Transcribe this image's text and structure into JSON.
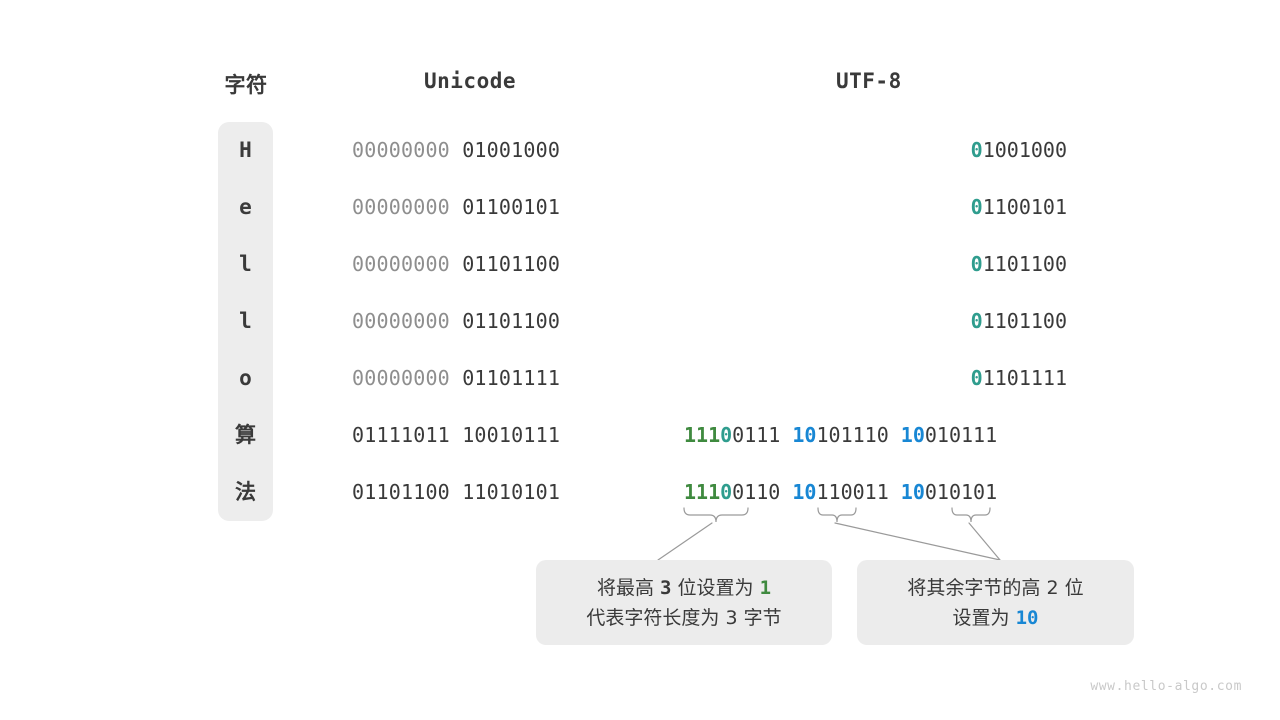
{
  "headers": {
    "char": "字符",
    "unicode": "Unicode",
    "utf8": "UTF-8"
  },
  "colors": {
    "dim_gray": "#8e8e8e",
    "dark_gray": "#3a3a3a",
    "teal": "#2f9d8e",
    "green": "#3f8a3f",
    "blue": "#1887d4",
    "chip_bg": "#ededed",
    "callout_bg": "#ececec",
    "watermark": "#c9c9c9",
    "background": "#ffffff"
  },
  "rows": [
    {
      "char": "H",
      "is_cjk": false,
      "unicode_hi": "00000000",
      "unicode_lo": "01001000",
      "utf8_type": "ascii",
      "utf8_lead_bit": "0",
      "utf8_rest": "1001000"
    },
    {
      "char": "e",
      "is_cjk": false,
      "unicode_hi": "00000000",
      "unicode_lo": "01100101",
      "utf8_type": "ascii",
      "utf8_lead_bit": "0",
      "utf8_rest": "1100101"
    },
    {
      "char": "l",
      "is_cjk": false,
      "unicode_hi": "00000000",
      "unicode_lo": "01101100",
      "utf8_type": "ascii",
      "utf8_lead_bit": "0",
      "utf8_rest": "1101100"
    },
    {
      "char": "l",
      "is_cjk": false,
      "unicode_hi": "00000000",
      "unicode_lo": "01101100",
      "utf8_type": "ascii",
      "utf8_lead_bit": "0",
      "utf8_rest": "1101100"
    },
    {
      "char": "o",
      "is_cjk": false,
      "unicode_hi": "00000000",
      "unicode_lo": "01101111",
      "utf8_type": "ascii",
      "utf8_lead_bit": "0",
      "utf8_rest": "1101111"
    },
    {
      "char": "算",
      "is_cjk": true,
      "unicode_hi": "01111011",
      "unicode_lo": "10010111",
      "utf8_type": "three-byte",
      "b1_marker": "111",
      "b1_zero": "0",
      "b1_rest": "0111",
      "b2_marker": "10",
      "b2_rest": "101110",
      "b3_marker": "10",
      "b3_rest": "010111"
    },
    {
      "char": "法",
      "is_cjk": true,
      "unicode_hi": "01101100",
      "unicode_lo": "11010101",
      "utf8_type": "three-byte",
      "b1_marker": "111",
      "b1_zero": "0",
      "b1_rest": "0110",
      "b2_marker": "10",
      "b2_rest": "110011",
      "b3_marker": "10",
      "b3_rest": "010101"
    }
  ],
  "callouts": [
    {
      "id": "lead-byte-note",
      "line1_pre": "将最高 ",
      "line1_num": "3",
      "line1_mid": " 位设置为 ",
      "line1_hl": "1",
      "line2": "代表字符长度为 3 字节"
    },
    {
      "id": "continuation-byte-note",
      "line1": "将其余字节的高 2 位",
      "line2_pre": "设置为 ",
      "line2_hl": "10"
    }
  ],
  "watermark": "www.hello-algo.com"
}
